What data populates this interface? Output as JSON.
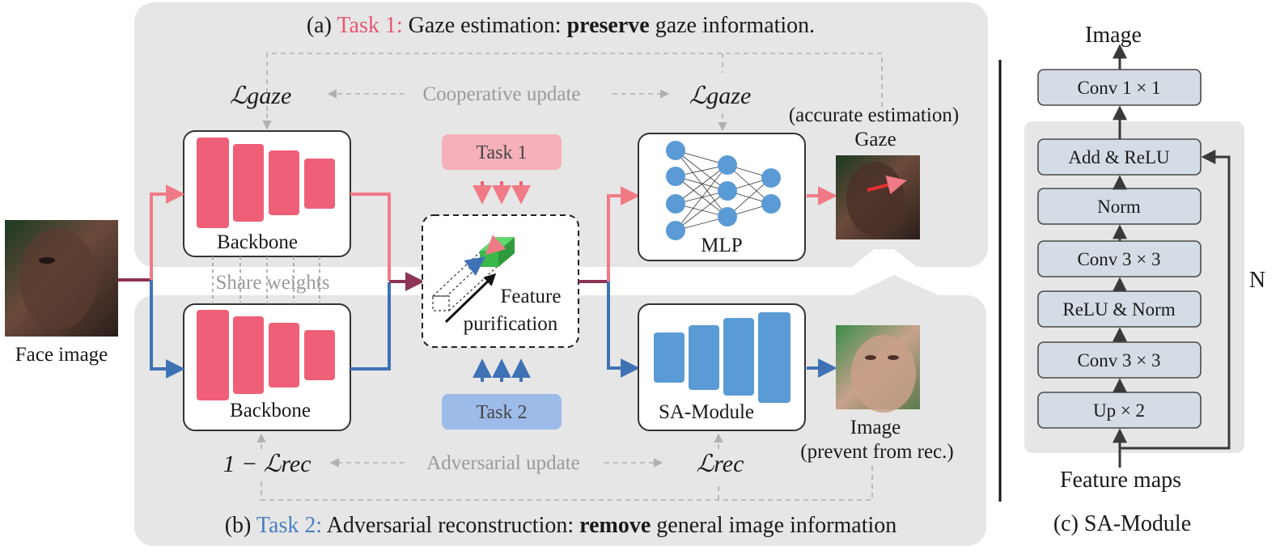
{
  "task1_panel": {
    "prefix": "(a) ",
    "task": "Task 1:",
    "text1": " Gaze estimation: ",
    "bold": "preserve",
    "text2": " gaze information."
  },
  "task2_panel": {
    "prefix": "(b) ",
    "task": "Task 2:",
    "text1": " Adversarial reconstruction: ",
    "bold": "remove",
    "text2": " general image information"
  },
  "labels": {
    "face_image": "Face image",
    "backbone_top": "Backbone",
    "backbone_bottom": "Backbone",
    "share_weights": "Share weights",
    "feature": "Feature",
    "purification": "purification",
    "task1_box": "Task 1",
    "task2_box": "Task 2",
    "mlp": "MLP",
    "sa_module": "SA-Module",
    "accurate_estimation": "(accurate estimation)",
    "gaze_out": "Gaze",
    "image_out": "Image",
    "prevent": "(prevent from rec.)",
    "cooperative": "Cooperative update",
    "adversarial": "Adversarial update",
    "loss_gaze_left": "ℒgaze",
    "loss_gaze_right": "ℒgaze",
    "loss_rec_left": "1 − ℒrec",
    "loss_rec_right": "ℒrec"
  },
  "sa_module_panel": {
    "image_top": "Image",
    "conv1x1": "Conv 1 × 1",
    "add_relu": "Add & ReLU",
    "norm": "Norm",
    "conv3x3_a": "Conv 3 × 3",
    "relu_norm": "ReLU & Norm",
    "conv3x3_b": "Conv 3 × 3",
    "up2": "Up × 2",
    "n_label": "N",
    "feature_maps": "Feature maps",
    "caption": "(c) SA-Module"
  },
  "colors": {
    "task1": "#e8566e",
    "task2": "#4a7ec0",
    "backbone": "#ef5f78",
    "sa_blocks": "#5b9bd5",
    "mlp_nodes": "#5b9bd5",
    "panel_bg": "#e6e6e6",
    "sa_box": "#d4dce6"
  }
}
